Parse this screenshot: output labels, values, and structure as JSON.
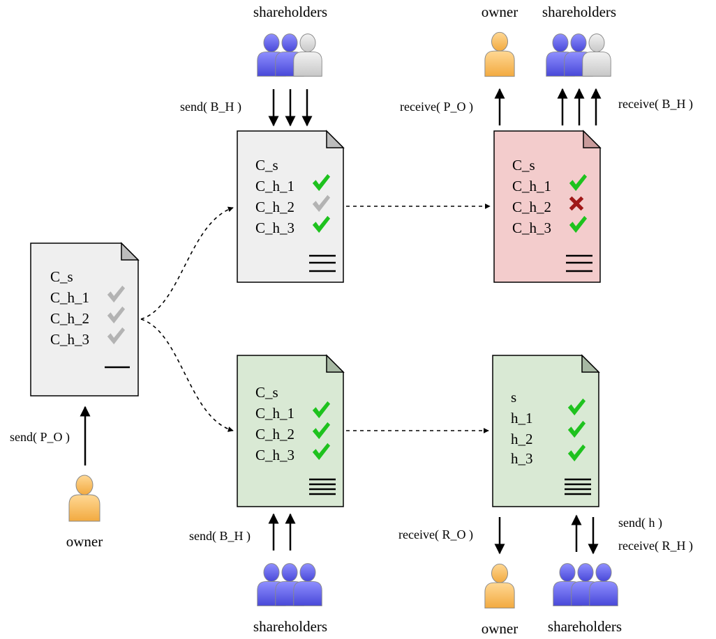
{
  "colors": {
    "doc_gray": "#efefef",
    "doc_red": "#f3cccc",
    "doc_green": "#d9e9d4",
    "check_green": "#1ec21e",
    "check_gray": "#b3b3b3",
    "cross_red": "#a01818",
    "person_blue": "#6b6bf0",
    "person_gray": "#dcdcdc",
    "person_orange": "#fcc36a"
  },
  "labels": {
    "owner_left": "owner",
    "shareholders_top_mid": "shareholders",
    "owner_top_right": "owner",
    "shareholders_top_right": "shareholders",
    "shareholders_bottom_mid": "shareholders",
    "owner_bottom_right": "owner",
    "shareholders_bottom_right": "shareholders"
  },
  "actions": {
    "send_p_o": "send( P_O )",
    "send_b_h_top": "send( B_H )",
    "receive_p_o": "receive( P_O )",
    "receive_b_h": "receive( B_H )",
    "send_b_h_bottom": "send( B_H )",
    "receive_r_o": "receive( R_O )",
    "send_h": "send( h )",
    "receive_r_h": "receive( R_H )"
  },
  "documents": {
    "initial": {
      "rows": [
        "C_s",
        "C_h_1",
        "C_h_2",
        "C_h_3"
      ]
    },
    "top_mid": {
      "rows": [
        "C_s",
        "C_h_1",
        "C_h_2",
        "C_h_3"
      ]
    },
    "top_right": {
      "rows": [
        "C_s",
        "C_h_1",
        "C_h_2",
        "C_h_3"
      ]
    },
    "bottom_mid": {
      "rows": [
        "C_s",
        "C_h_1",
        "C_h_2",
        "C_h_3"
      ]
    },
    "bottom_right": {
      "rows": [
        "s",
        "h_1",
        "h_2",
        "h_3"
      ]
    }
  }
}
